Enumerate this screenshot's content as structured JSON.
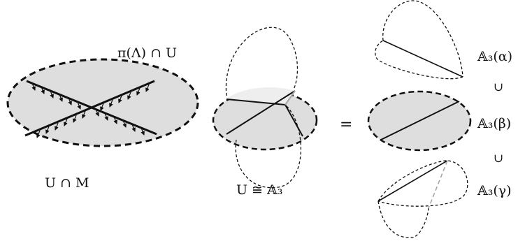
{
  "colors": {
    "fill": "#dedede",
    "fill_light": "#eeeeee",
    "ink": "#111111",
    "gray_line": "#a6a6a6"
  },
  "labels": {
    "pi_lambda_cap_u": "π(Λ) ∩ U",
    "u_cap_m": "U ∩ M",
    "u_iso_a3": "U ≅ 𝔸₃",
    "equals": "=",
    "a3_alpha": "𝔸₃(α)",
    "a3_beta": "𝔸₃(β)",
    "a3_gamma": "𝔸₃(γ)",
    "union_1": "∪",
    "union_2": "∪"
  }
}
